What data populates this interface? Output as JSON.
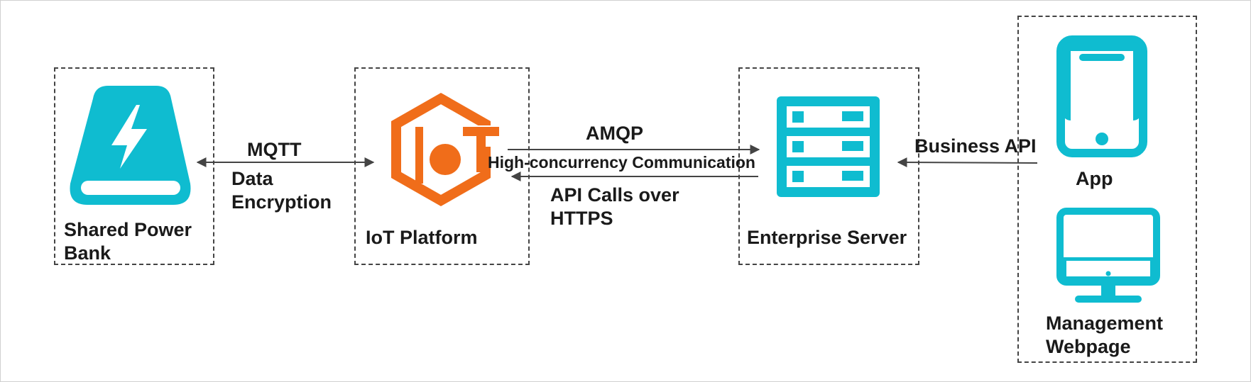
{
  "nodes": {
    "power_bank": {
      "label_line1": "Shared Power",
      "label_line2": "Bank"
    },
    "iot_platform": {
      "label": "IoT Platform"
    },
    "enterprise_server": {
      "label": "Enterprise Server"
    },
    "app": {
      "label": "App"
    },
    "management_webpage": {
      "label_line1": "Management",
      "label_line2": "Webpage"
    }
  },
  "edges": {
    "mqtt": {
      "label": "MQTT",
      "desc_line1": "Data",
      "desc_line2": "Encryption"
    },
    "amqp": {
      "label": "AMQP",
      "desc": "High-concurrency Communication"
    },
    "https": {
      "line1": "API Calls over",
      "line2": "HTTPS"
    },
    "business_api": {
      "label": "Business API"
    }
  },
  "colors": {
    "teal": "#0fbcd0",
    "orange": "#f06d1a",
    "stroke": "#444444"
  }
}
